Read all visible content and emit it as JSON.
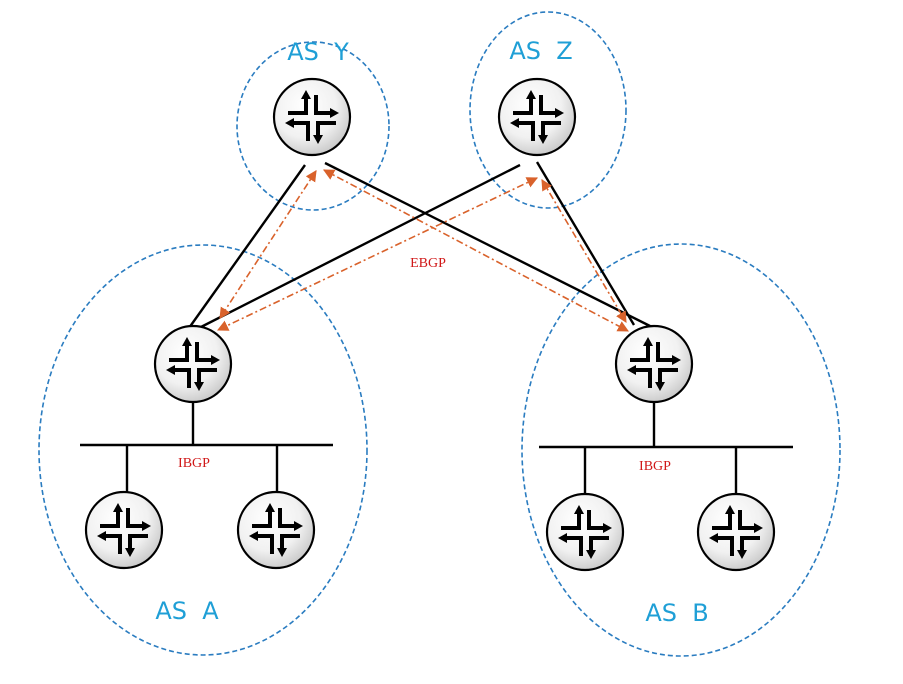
{
  "diagram": {
    "autonomous_systems": [
      {
        "id": "y",
        "label": "AS  Y"
      },
      {
        "id": "z",
        "label": "AS  Z"
      },
      {
        "id": "a",
        "label": "AS  A"
      },
      {
        "id": "b",
        "label": "AS  B"
      }
    ],
    "ebgp_label": "EBGP",
    "ibgp_label_a": "IBGP",
    "ibgp_label_b": "IBGP",
    "router_icon": "router-icon",
    "colors": {
      "as_label": "#1f9fd6",
      "as_region_border": "#2a7cc0",
      "ebgp_arrow": "#d9622b",
      "protocol_label": "#d01818",
      "link": "#000000"
    }
  }
}
